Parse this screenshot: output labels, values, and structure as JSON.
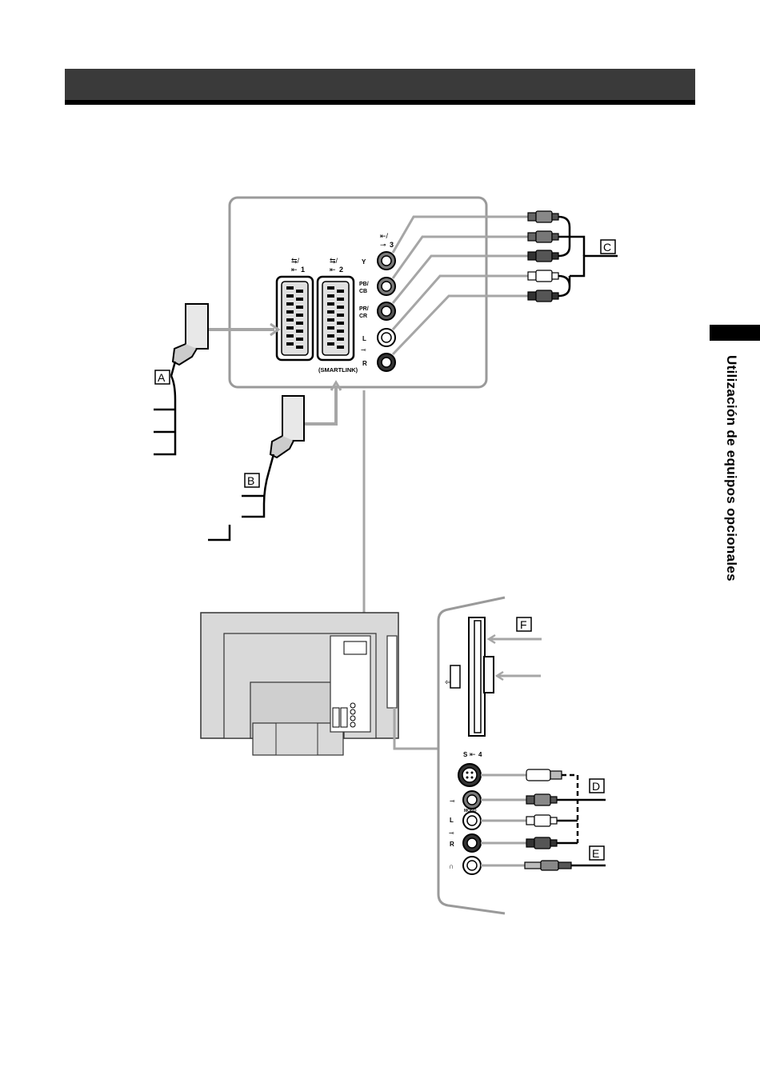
{
  "section": {
    "header_title": "",
    "side_tab_label": "Utilización de equipos opcionales"
  },
  "connectors_top_panel": {
    "scart1_label": "1",
    "scart2_label": "2",
    "smartlink_label": "(SMARTLINK)",
    "component_input_number": "3",
    "y_label": "Y",
    "pb_label": "PB/",
    "cb_label": "CB",
    "pr_label": "PR/",
    "cr_label": "CR",
    "l_label": "L",
    "r_label": "R"
  },
  "connectors_side_panel": {
    "s_video_label": "S",
    "s_video_number": "4",
    "mono_label": "MONO",
    "l_label": "L",
    "r_label": "R"
  },
  "callouts": [
    "A",
    "B",
    "C",
    "D",
    "E",
    "F"
  ],
  "colors": {
    "cable_gray": "#a6a6a6",
    "panel_outline": "#9a9a9a",
    "tv_body": "#d9d9d9",
    "dark": "#000000"
  }
}
